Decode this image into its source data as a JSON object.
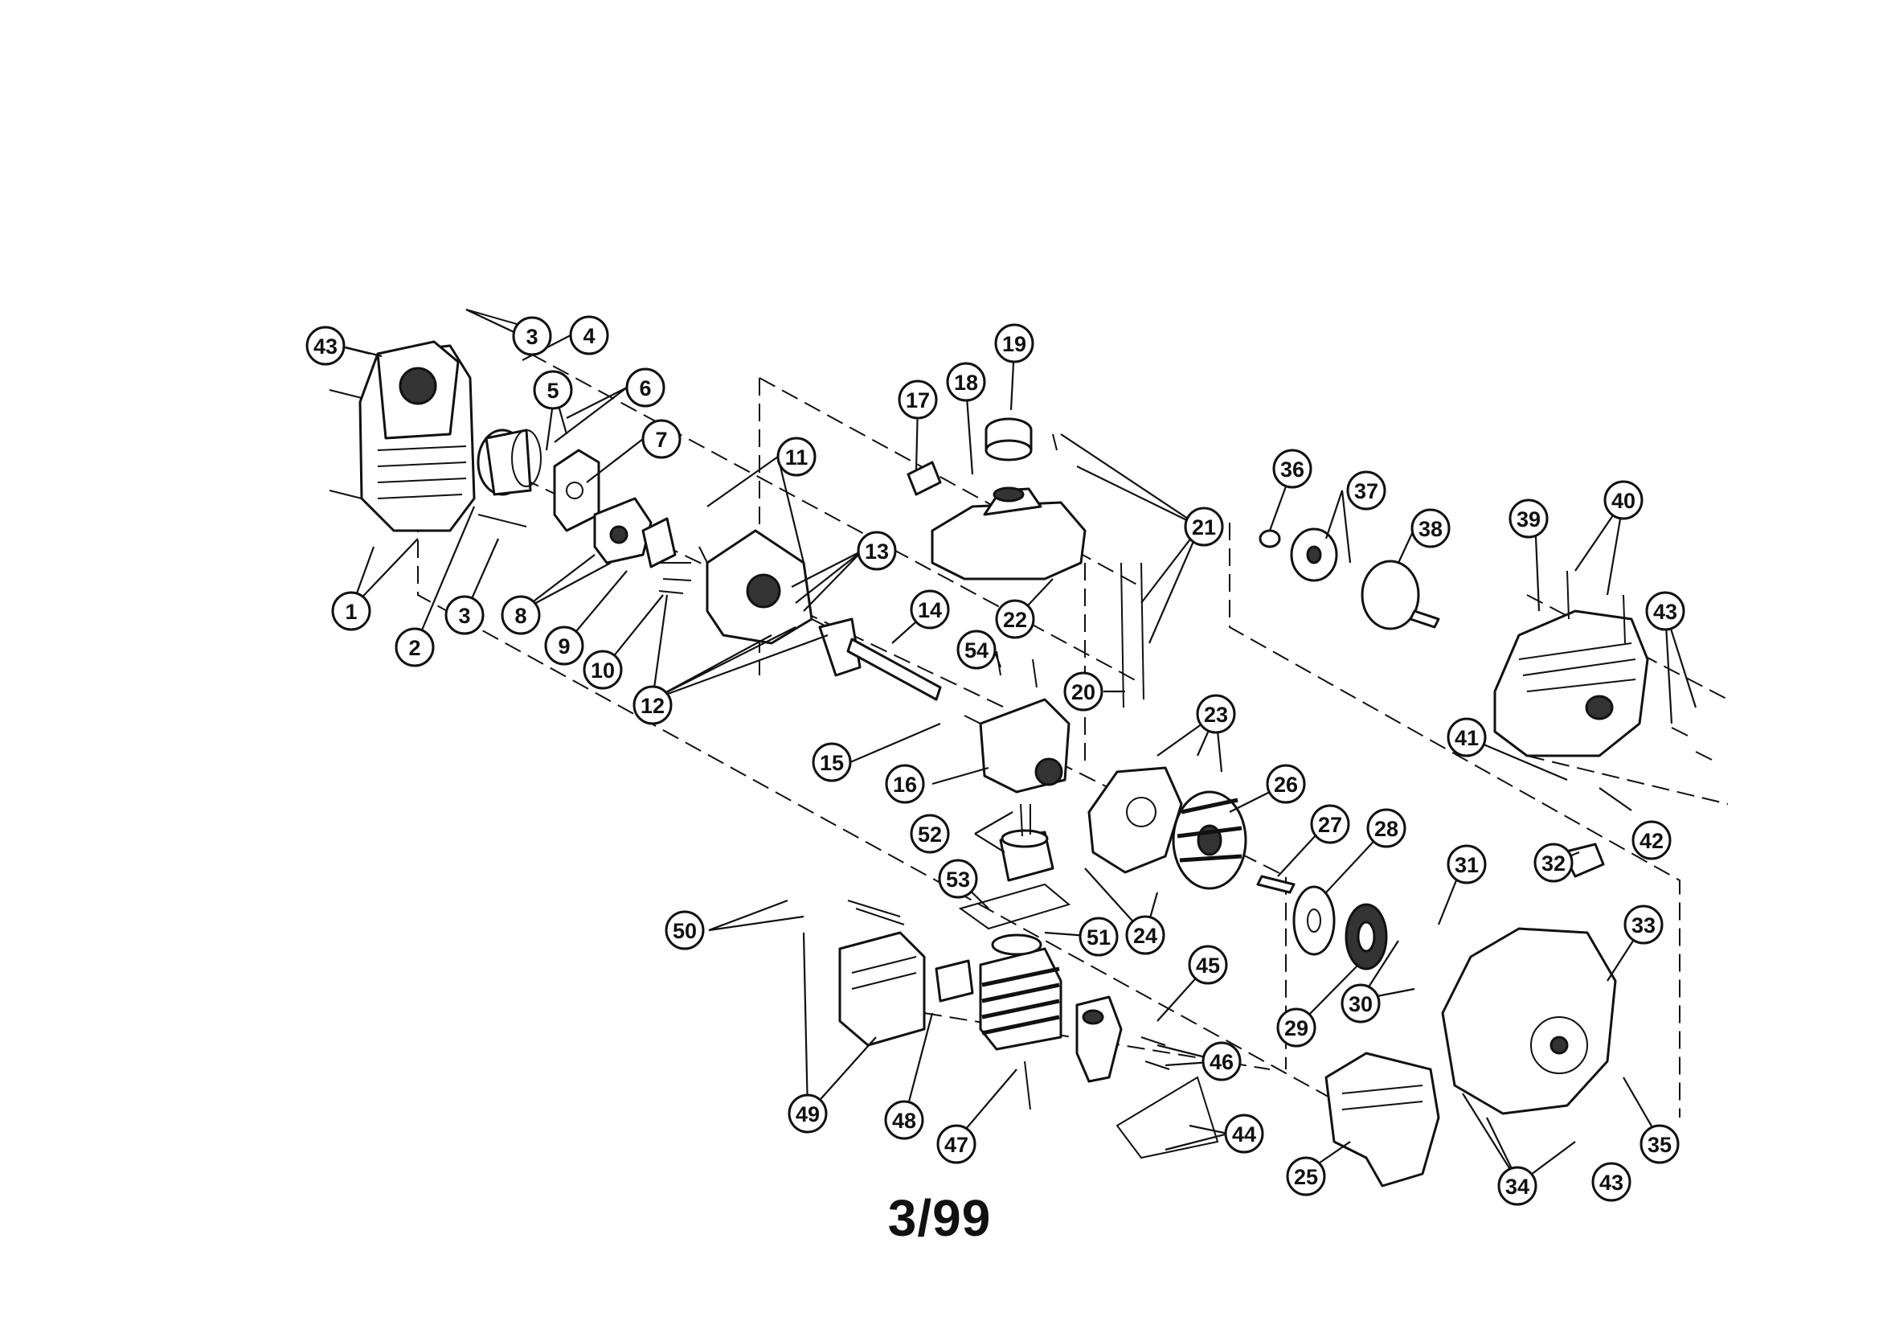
{
  "page_code": "3/99",
  "callouts": [
    {
      "id": "c43a",
      "label": "43"
    },
    {
      "id": "c3a",
      "label": "3"
    },
    {
      "id": "c4",
      "label": "4"
    },
    {
      "id": "c5",
      "label": "5"
    },
    {
      "id": "c6",
      "label": "6"
    },
    {
      "id": "c7",
      "label": "7"
    },
    {
      "id": "c1",
      "label": "1"
    },
    {
      "id": "c2",
      "label": "2"
    },
    {
      "id": "c3b",
      "label": "3"
    },
    {
      "id": "c8",
      "label": "8"
    },
    {
      "id": "c9",
      "label": "9"
    },
    {
      "id": "c10",
      "label": "10"
    },
    {
      "id": "c11",
      "label": "11"
    },
    {
      "id": "c12",
      "label": "12"
    },
    {
      "id": "c13",
      "label": "13"
    },
    {
      "id": "c14",
      "label": "14"
    },
    {
      "id": "c15",
      "label": "15"
    },
    {
      "id": "c16",
      "label": "16"
    },
    {
      "id": "c17",
      "label": "17"
    },
    {
      "id": "c18",
      "label": "18"
    },
    {
      "id": "c19",
      "label": "19"
    },
    {
      "id": "c20",
      "label": "20"
    },
    {
      "id": "c21",
      "label": "21"
    },
    {
      "id": "c22",
      "label": "22"
    },
    {
      "id": "c23",
      "label": "23"
    },
    {
      "id": "c24",
      "label": "24"
    },
    {
      "id": "c25",
      "label": "25"
    },
    {
      "id": "c26",
      "label": "26"
    },
    {
      "id": "c27",
      "label": "27"
    },
    {
      "id": "c28",
      "label": "28"
    },
    {
      "id": "c29",
      "label": "29"
    },
    {
      "id": "c30",
      "label": "30"
    },
    {
      "id": "c31",
      "label": "31"
    },
    {
      "id": "c32",
      "label": "32"
    },
    {
      "id": "c33",
      "label": "33"
    },
    {
      "id": "c34",
      "label": "34"
    },
    {
      "id": "c35",
      "label": "35"
    },
    {
      "id": "c36",
      "label": "36"
    },
    {
      "id": "c37",
      "label": "37"
    },
    {
      "id": "c38",
      "label": "38"
    },
    {
      "id": "c39",
      "label": "39"
    },
    {
      "id": "c40",
      "label": "40"
    },
    {
      "id": "c41",
      "label": "41"
    },
    {
      "id": "c42",
      "label": "42"
    },
    {
      "id": "c43b",
      "label": "43"
    },
    {
      "id": "c43c",
      "label": "43"
    },
    {
      "id": "c44",
      "label": "44"
    },
    {
      "id": "c45",
      "label": "45"
    },
    {
      "id": "c46",
      "label": "46"
    },
    {
      "id": "c47",
      "label": "47"
    },
    {
      "id": "c48",
      "label": "48"
    },
    {
      "id": "c49",
      "label": "49"
    },
    {
      "id": "c50",
      "label": "50"
    },
    {
      "id": "c51",
      "label": "51"
    },
    {
      "id": "c52",
      "label": "52"
    },
    {
      "id": "c53",
      "label": "53"
    },
    {
      "id": "c54",
      "label": "54"
    }
  ]
}
